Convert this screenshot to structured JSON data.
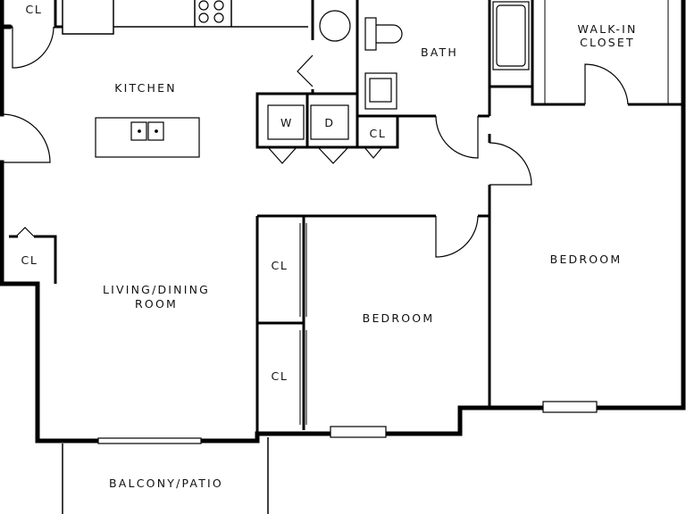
{
  "plan": {
    "rooms": {
      "kitchen": "KITCHEN",
      "bath": "BATH",
      "walkin_line1": "WALK-IN",
      "walkin_line2": "CLOSET",
      "living_line1": "LIVING/DINING",
      "living_line2": "ROOM",
      "bedroom_center": "BEDROOM",
      "bedroom_right": "BEDROOM",
      "balcony": "BALCONY/PATIO"
    },
    "closets": {
      "top_left": "CL",
      "laundry_side": "CL",
      "left_wall": "CL",
      "bedroom_upper": "CL",
      "bedroom_lower": "CL"
    },
    "appliances": {
      "washer": "W",
      "dryer": "D"
    }
  }
}
